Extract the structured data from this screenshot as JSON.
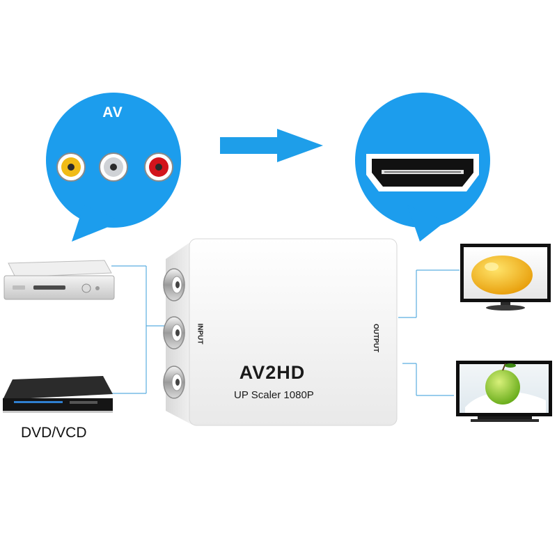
{
  "av_bubble": {
    "label": "AV"
  },
  "source_device": {
    "label": "DVD/VCD"
  },
  "converter": {
    "brand": "AV2HD",
    "subtitle": "UP Scaler 1080P",
    "input_label": "INPUT",
    "output_label": "OUTPUT"
  },
  "colors": {
    "bubble_blue": "#1c9ded",
    "arrow_blue": "#1e9ee9",
    "connector_line": "#5aaee0",
    "rca_yellow": "#f0bb16",
    "rca_white": "#cfd2d6",
    "rca_red": "#d2141c"
  },
  "icons": [
    "rca-jack-icon",
    "hdmi-port-icon",
    "arrow-right-icon",
    "tv-monitor-icon",
    "dvd-player-icon"
  ]
}
